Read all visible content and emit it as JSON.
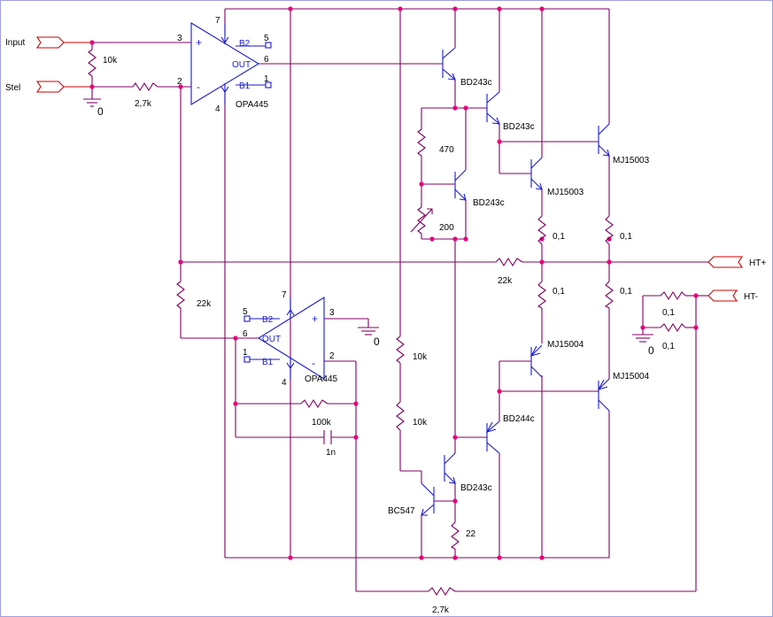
{
  "ports": {
    "input": "Input",
    "stel": "Stel",
    "ht_plus": "HT+",
    "ht_minus": "HT-"
  },
  "opamps": {
    "u1": {
      "part": "OPA445",
      "out": "OUT",
      "b2": "B2",
      "b1": "B1",
      "plus": "+",
      "minus": "-",
      "pins": {
        "p7": "7",
        "p3": "3",
        "p2": "2",
        "p6": "6",
        "p4": "4",
        "p5": "5",
        "p1": "1"
      }
    },
    "u2": {
      "part": "OPA445",
      "out": "OUT",
      "b2": "B2",
      "b1": "B1",
      "plus": "+",
      "minus": "-",
      "pins": {
        "p7": "7",
        "p3": "3",
        "p2": "2",
        "p6": "6",
        "p4": "4",
        "p5": "5",
        "p1": "1"
      }
    }
  },
  "resistors": {
    "r_10k_in": "10k",
    "r_2k7_in": "2,7k",
    "r_22k_left": "22k",
    "r_100k": "100k",
    "r_470": "470",
    "r_200": "200",
    "r_10k_a": "10k",
    "r_10k_b": "10k",
    "r_22": "22",
    "r_22k_fb": "22k",
    "r_01_a": "0,1",
    "r_01_b": "0,1",
    "r_01_c": "0,1",
    "r_01_d": "0,1",
    "r_01_e": "0,1",
    "r_01_f": "0,1",
    "r_2k7_bottom": "2,7k"
  },
  "capacitors": {
    "c_1n": "1n"
  },
  "transistors": {
    "q_bd243_1": "BD243c",
    "q_bd243_2": "BD243c",
    "q_bd243_3": "BD243c",
    "q_mj15003_1": "MJ15003",
    "q_mj15003_2": "MJ15003",
    "q_mj15004_1": "MJ15004",
    "q_mj15004_2": "MJ15004",
    "q_bd244": "BD244c",
    "q_bd243_4": "BD243c",
    "q_bc547": "BC547"
  },
  "grounds": {
    "g1": "0",
    "g2": "0",
    "g3": "0"
  },
  "colors": {
    "wire": "#800060",
    "symbol": "#1a1acc",
    "port": "#cc0000",
    "junction": "#e6007a"
  }
}
